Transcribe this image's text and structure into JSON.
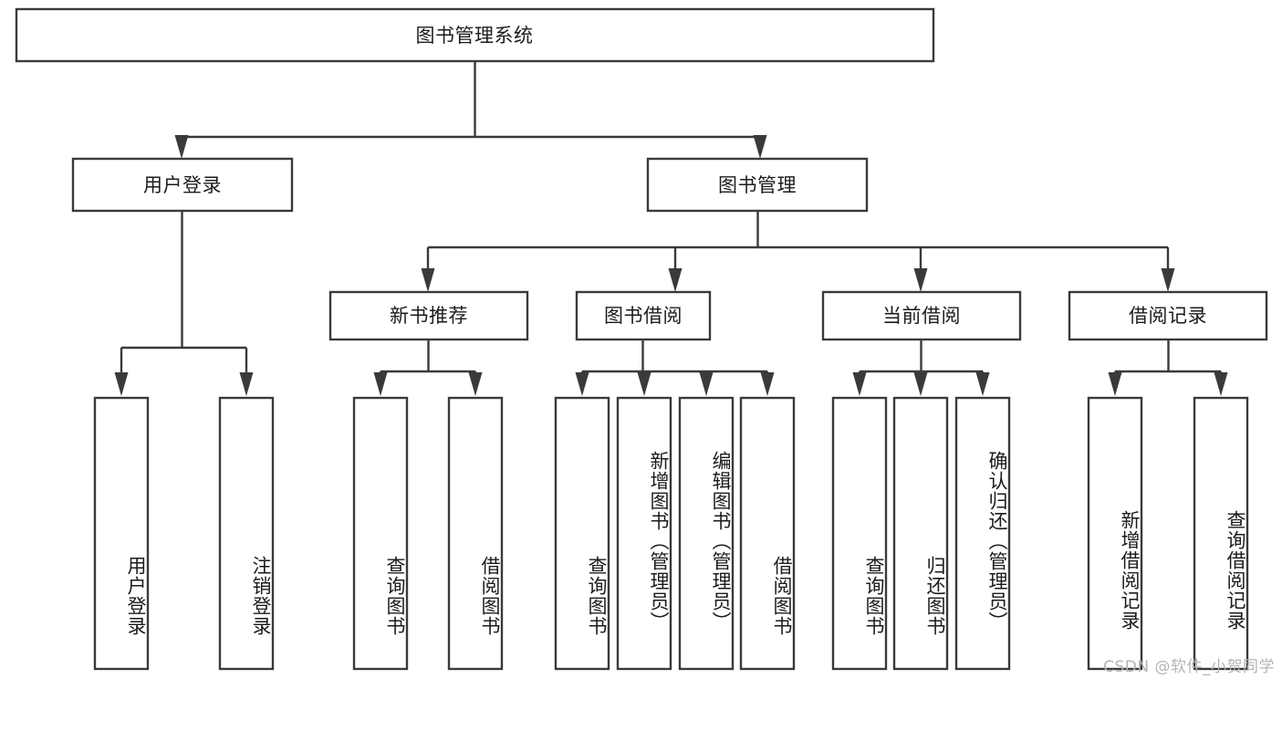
{
  "diagram": {
    "title": "图书管理系统",
    "type": "tree-hierarchy-diagram",
    "watermark": "CSDN @软件_小贺同学",
    "colors": {
      "box_stroke": "#3a3a3a",
      "box_fill": "#ffffff",
      "text": "#1b1b1b",
      "watermark": "#b4b4b4",
      "background": "#ffffff"
    },
    "root": {
      "label": "图书管理系统"
    },
    "level2": [
      {
        "label": "用户登录"
      },
      {
        "label": "图书管理"
      }
    ],
    "level3": [
      {
        "label": "新书推荐"
      },
      {
        "label": "图书借阅"
      },
      {
        "label": "当前借阅"
      },
      {
        "label": "借阅记录"
      }
    ],
    "leaves": [
      {
        "label": "用户登录",
        "parent": "用户登录"
      },
      {
        "label": "注销登录",
        "parent": "用户登录"
      },
      {
        "label": "查询图书",
        "parent": "新书推荐"
      },
      {
        "label": "借阅图书",
        "parent": "新书推荐"
      },
      {
        "label": "查询图书",
        "parent": "图书借阅"
      },
      {
        "label": "新增图书（管理员）",
        "parent": "图书借阅"
      },
      {
        "label": "编辑图书（管理员）",
        "parent": "图书借阅"
      },
      {
        "label": "借阅图书",
        "parent": "图书借阅"
      },
      {
        "label": "查询图书",
        "parent": "当前借阅"
      },
      {
        "label": "归还图书",
        "parent": "当前借阅"
      },
      {
        "label": "确认归还（管理员）",
        "parent": "当前借阅"
      },
      {
        "label": "新增借阅记录",
        "parent": "借阅记录"
      },
      {
        "label": "查询借阅记录",
        "parent": "借阅记录"
      }
    ]
  }
}
